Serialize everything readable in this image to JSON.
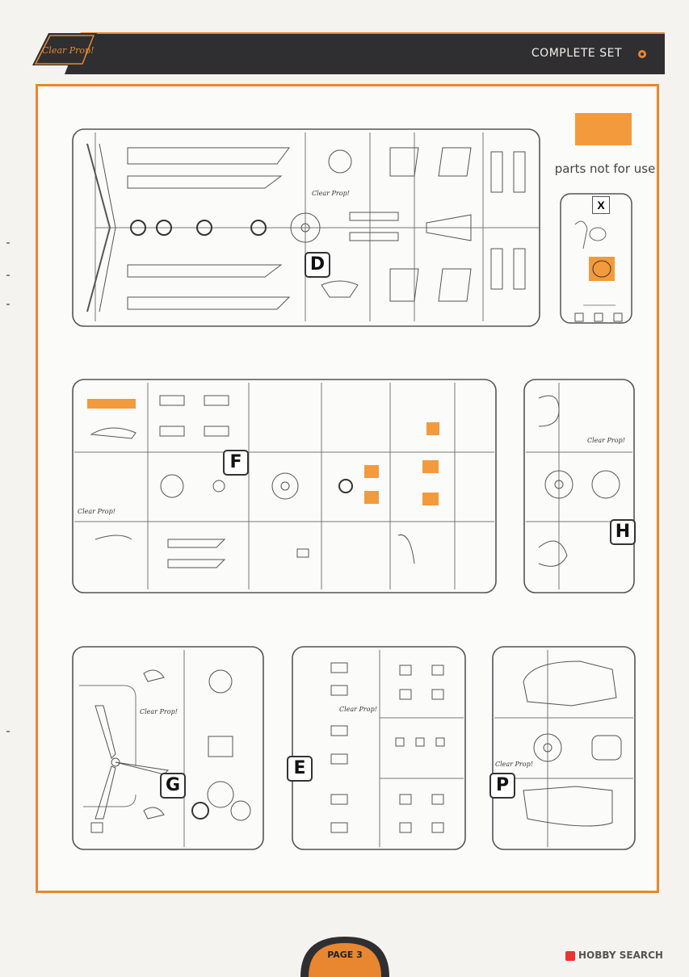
{
  "header": {
    "title": "COMPLETE SET",
    "logo_text": "Clear Prop!"
  },
  "legend": {
    "text": "parts not for use",
    "color": "#f39a3c"
  },
  "sprues": {
    "D": "D",
    "F": "F",
    "H": "H",
    "G": "G",
    "E": "E",
    "P": "P",
    "X": "X"
  },
  "footer": {
    "page": "PAGE 3"
  },
  "watermark": {
    "text": "HOBBY SEARCH"
  },
  "colors": {
    "accent": "#e8872f",
    "header": "#2f2f31"
  }
}
